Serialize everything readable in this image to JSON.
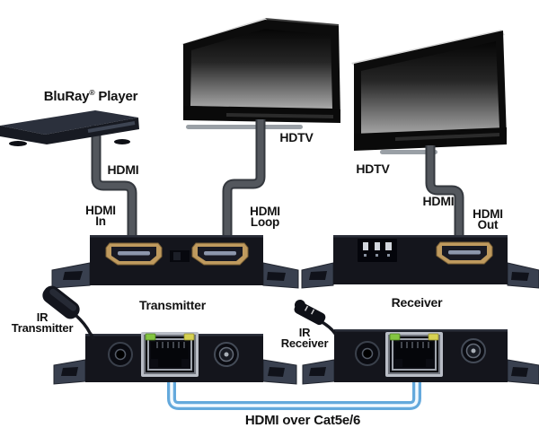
{
  "labels": {
    "bluray": {
      "brand": "BluRay",
      "reg": "®",
      "rest": " Player"
    },
    "hdtv1": "HDTV",
    "hdtv2": "HDTV",
    "hdmi_cable_source": "HDMI",
    "hdmi_cable_display": "HDMI",
    "hdmi_in": {
      "l1": "HDMI",
      "l2": "In"
    },
    "hdmi_loop": {
      "l1": "HDMI",
      "l2": "Loop"
    },
    "hdmi_out": {
      "l1": "HDMI",
      "l2": "Out"
    },
    "transmitter": "Transmitter",
    "receiver": "Receiver",
    "ir_transmitter": {
      "l1": "IR",
      "l2": "Transmitter"
    },
    "ir_receiver": {
      "l1": "IR",
      "l2": "Receiver"
    },
    "cat5_link": "HDMI over Cat5e/6"
  },
  "colors": {
    "background": "#ffffff",
    "device_body": "#14151c",
    "flange_gray": "#39404f",
    "cable_gray": "#53575d",
    "cat5_blue": "#64a9dc",
    "hdmi_port_gold": "#bf9a5e",
    "hdmi_slot_gray": "#8d97ac",
    "rj45_silver": "#b9bdc6",
    "led_green": "#84c541",
    "led_yellow": "#d6d152",
    "tv_base_gray": "#9aa0a6",
    "label_text": "#121212"
  }
}
